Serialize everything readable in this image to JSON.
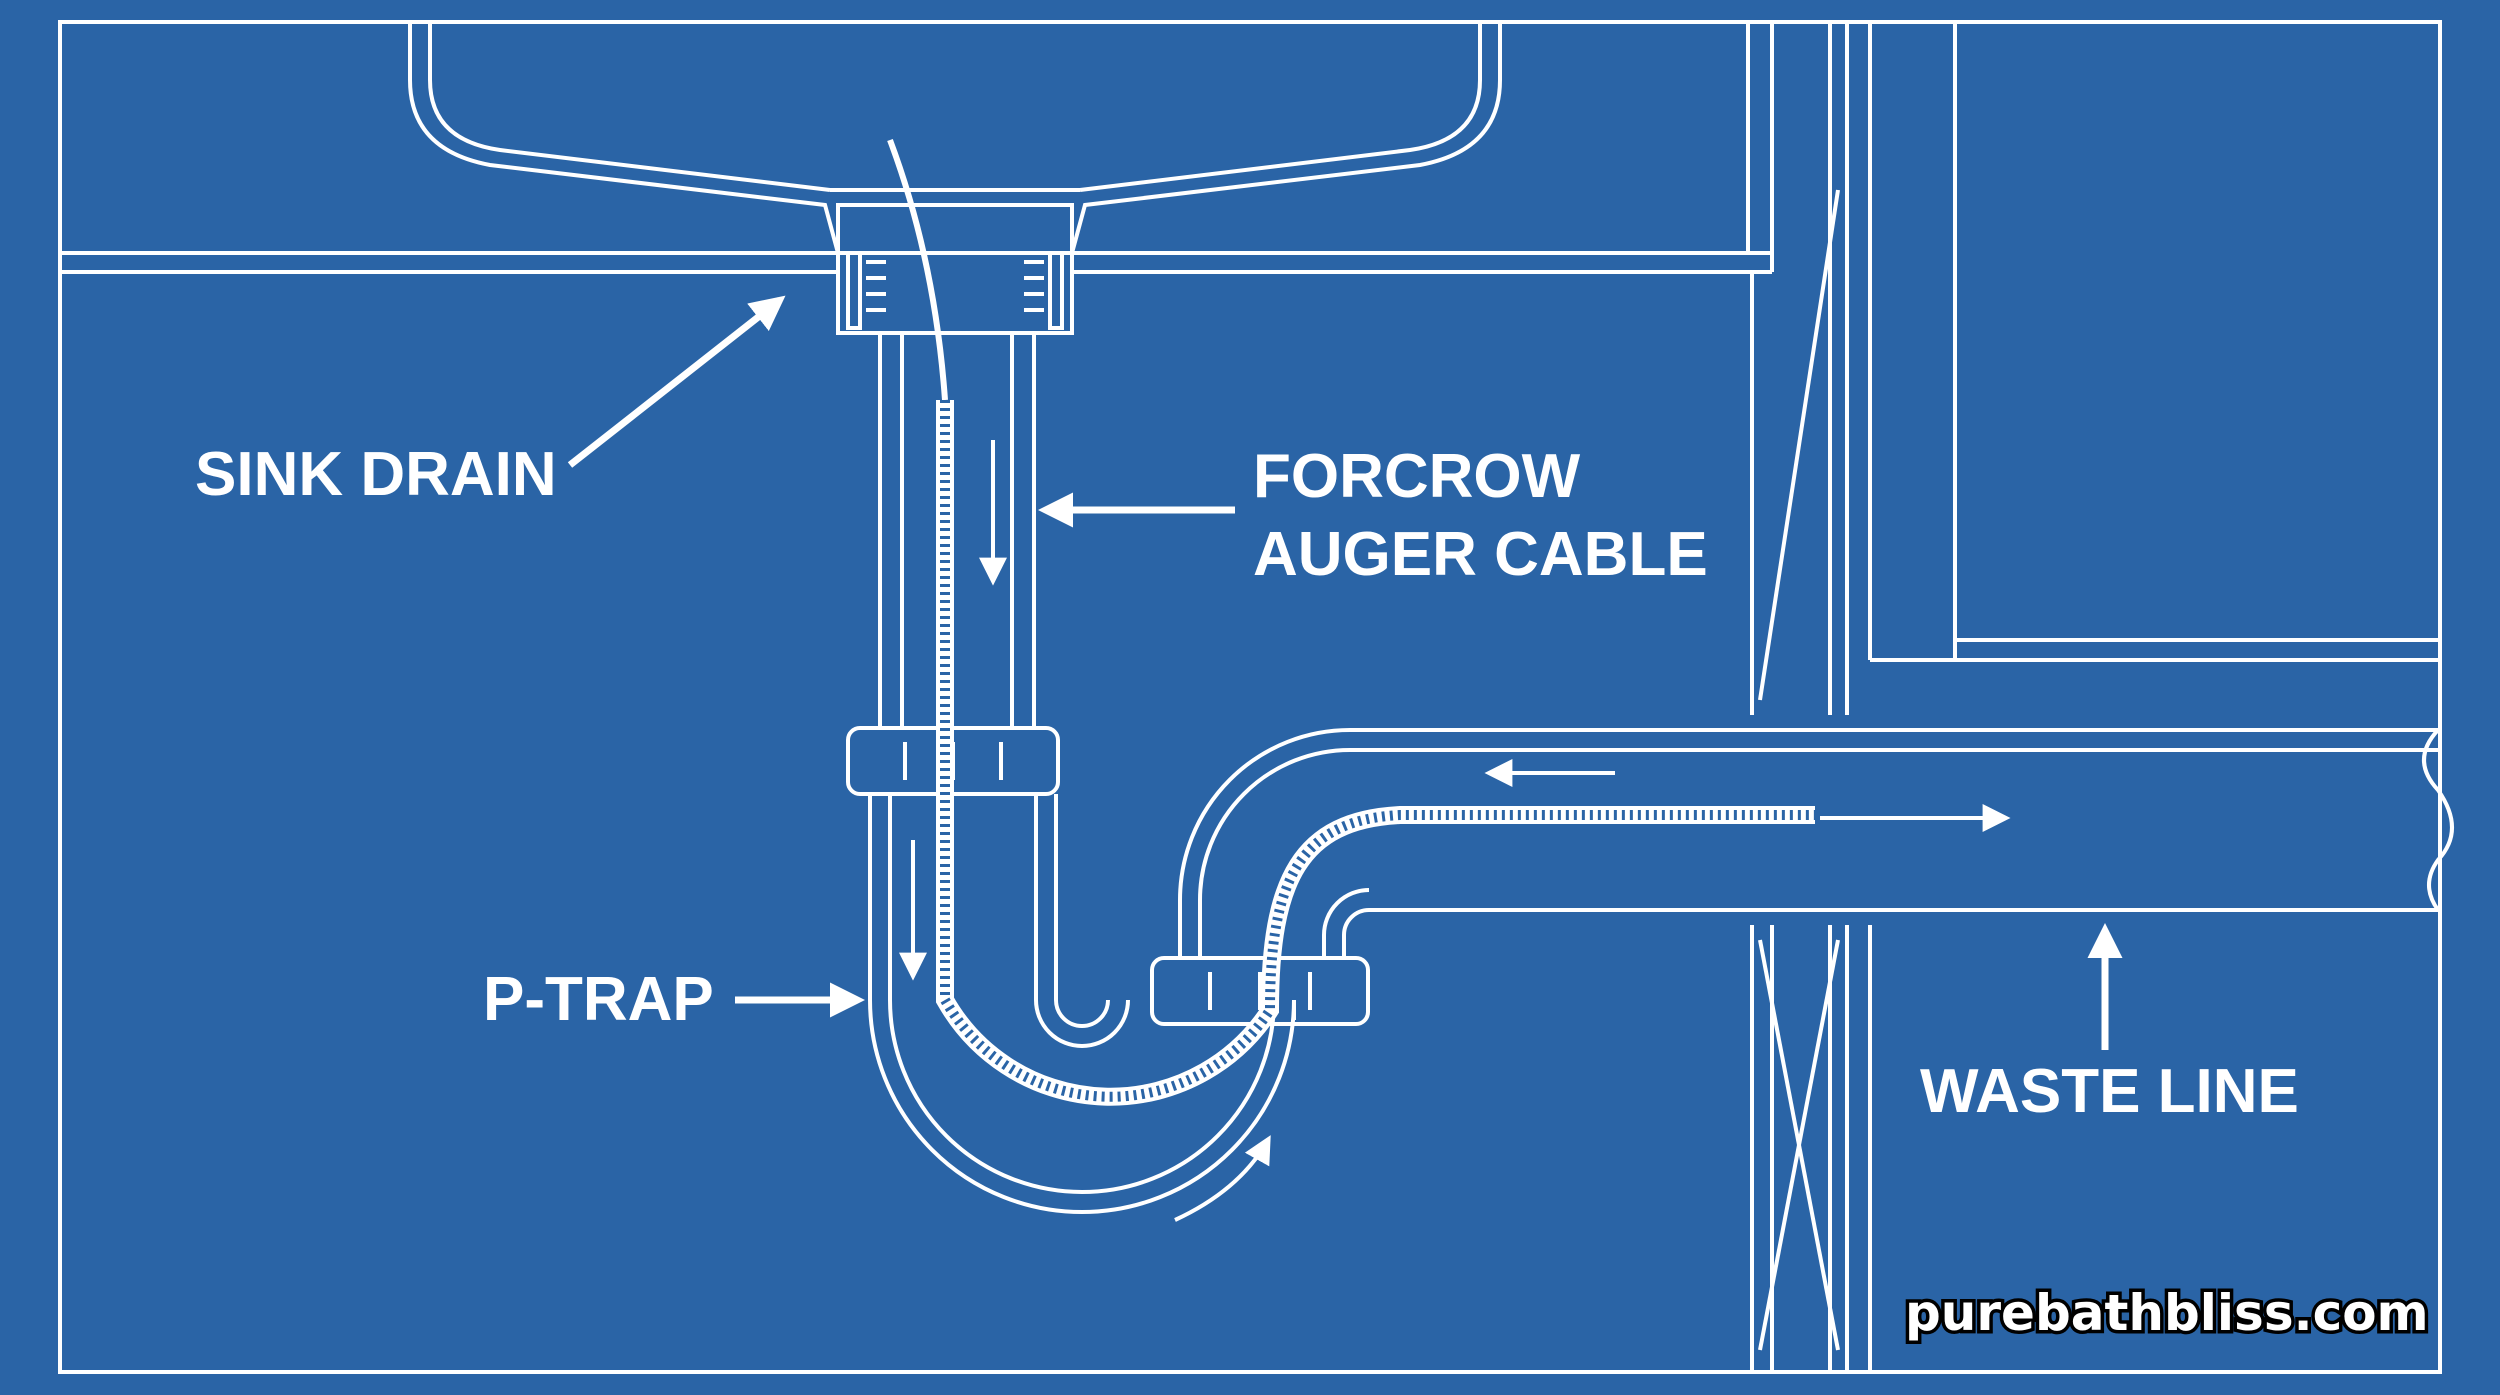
{
  "colors": {
    "background": "#2a64a6",
    "line": "#ffffff",
    "watermark_outline": "#000000"
  },
  "labels": {
    "sink_drain": "SINK DRAIN",
    "auger_line1": "FORCROW",
    "auger_line2": "AUGER CABLE",
    "p_trap": "P-TRAP",
    "waste_line": "WASTE LINE"
  },
  "watermark": "purebathbliss.com"
}
